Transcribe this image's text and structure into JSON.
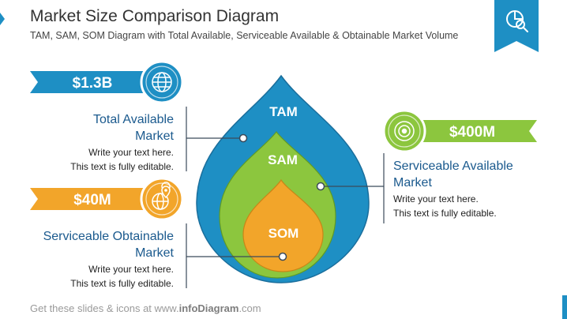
{
  "header": {
    "title": "Market Size Comparison Diagram",
    "subtitle": "TAM, SAM, SOM Diagram with Total Available, Serviceable Available & Obtainable Market Volume"
  },
  "colors": {
    "tam": "#1e8fc4",
    "sam": "#8cc63e",
    "som": "#f2a52a",
    "heading": "#1b5a8e",
    "bookmark": "#1e8fc4"
  },
  "drop_labels": {
    "tam": "TAM",
    "sam": "SAM",
    "som": "SOM"
  },
  "tam": {
    "value": "$1.3B",
    "icon": "globe-icon",
    "heading_line1": "Total Available",
    "heading_line2": "Market",
    "text_line1": "Write your text here.",
    "text_line2": "This text is fully editable."
  },
  "sam": {
    "value": "$400M",
    "icon": "target-icon",
    "heading_line1": "Serviceable Available",
    "heading_line2": "Market",
    "text_line1": "Write your text here.",
    "text_line2": "This text is fully editable."
  },
  "som": {
    "value": "$40M",
    "icon": "globe-pin-icon",
    "heading_line1": "Serviceable Obtainable",
    "heading_line2": "Market",
    "text_line1": "Write your text here.",
    "text_line2": "This text is fully editable."
  },
  "bookmark_icon": "pie-chart-magnifier-icon",
  "footer": {
    "prefix": "Get these slides & icons at www.",
    "brand": "infoDiagram",
    "suffix": ".com"
  }
}
